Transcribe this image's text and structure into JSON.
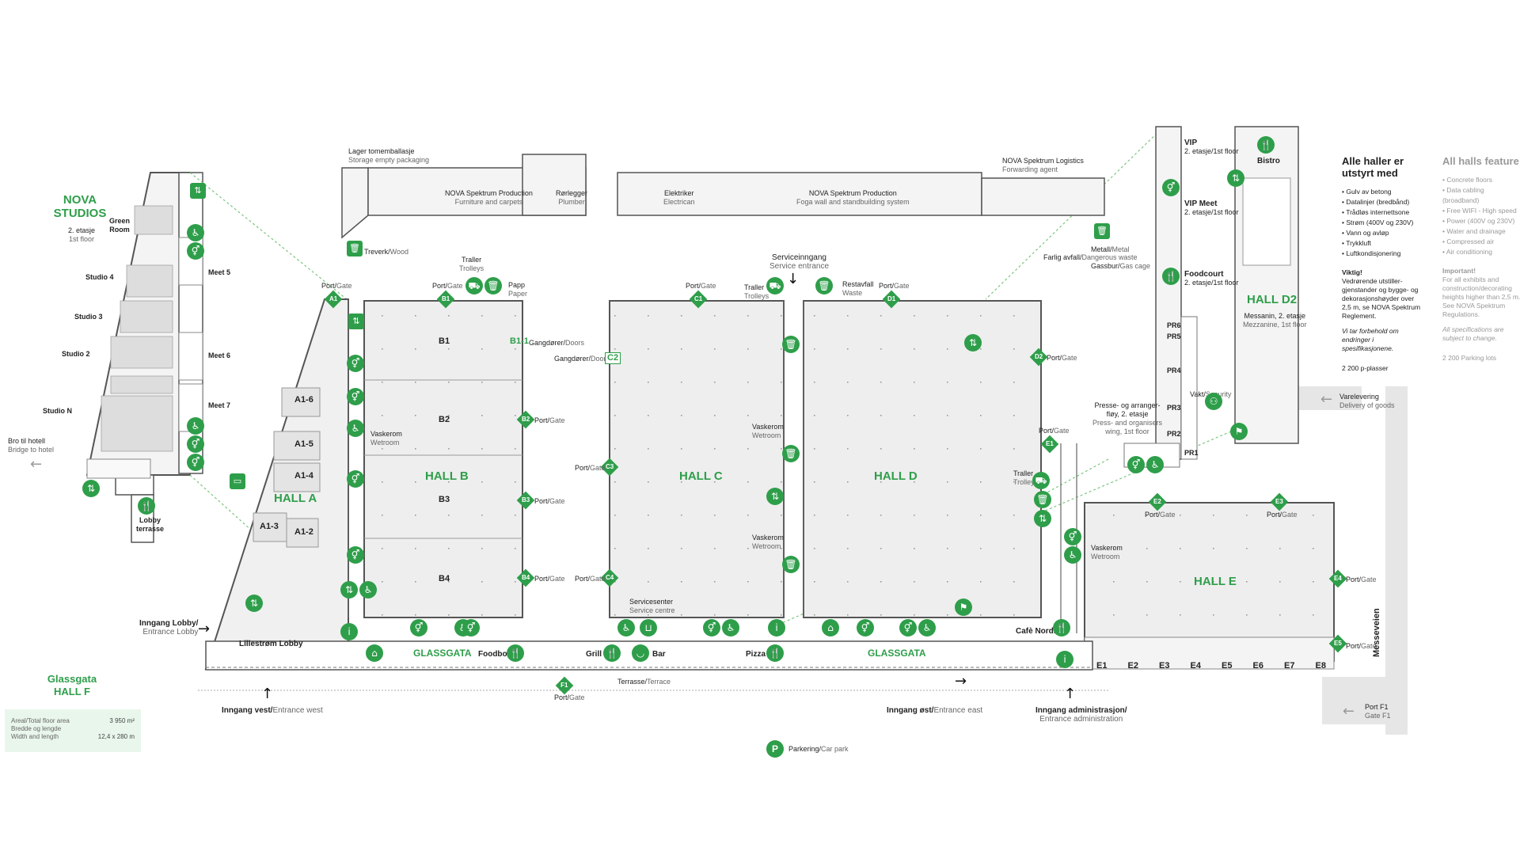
{
  "colors": {
    "green": "#2e9e4a",
    "hall_fill": "#eeeeee",
    "wall": "#555555",
    "road": "#e6e6e6"
  },
  "nova": {
    "title_1": "NOVA",
    "title_2": "STUDIOS",
    "floor_1": "2. etasje",
    "floor_2": "1st floor"
  },
  "studios": {
    "green_room_1": "Green",
    "green_room_2": "Room",
    "studio4": "Studio 4",
    "studio3": "Studio 3",
    "studio2": "Studio 2",
    "studion": "Studio N",
    "meet5": "Meet 5",
    "meet6": "Meet 6",
    "meet7": "Meet 7",
    "lobby_1": "Lobby",
    "lobby_2": "terrasse",
    "bridge_no": "Bro til hotell",
    "bridge_en": "Bridge to hotel"
  },
  "halls": {
    "a": "HALL A",
    "b": "HALL B",
    "c": "HALL C",
    "d": "HALL D",
    "d2": "HALL D2",
    "e": "HALL E"
  },
  "hall_a_units": [
    "A1-6",
    "A1-5",
    "A1-4",
    "A1-3",
    "A1-2"
  ],
  "hall_b_units": [
    "B1",
    "B2",
    "B3",
    "B4"
  ],
  "b1_1": "B1-1",
  "c2": "C2",
  "e_units": [
    "E1",
    "E2",
    "E3",
    "E4",
    "E5",
    "E6",
    "E7",
    "E8"
  ],
  "pr_units": [
    "PR6",
    "PR5",
    "PR4",
    "PR3",
    "PR2",
    "PR1"
  ],
  "gates": {
    "port_gate_no": "Port/",
    "port_gate_en": "Gate",
    "a1": "A1",
    "b1": "B1",
    "b2": "B2",
    "b3": "B3",
    "b4": "B4",
    "c1": "C1",
    "c3": "C3",
    "c4": "C4",
    "d1": "D1",
    "d2": "D2",
    "e1": "E1",
    "e2": "E2",
    "e3": "E3",
    "e4": "E4",
    "e5": "E5",
    "f1": "F1"
  },
  "top": {
    "lager_1": "Lager tomemballasje",
    "lager_2": "Storage empty packaging",
    "prod1_1": "NOVA Spektrum Production",
    "prod1_2": "Furniture and carpets",
    "plumber_1": "Rørlegger",
    "plumber_2": "Plumber",
    "elec_1": "Elektriker",
    "elec_2": "Electrican",
    "prod2_1": "NOVA Spektrum Production",
    "prod2_2": "Foga wall and standbuilding system",
    "logistics_1": "NOVA Spektrum Logistics",
    "logistics_2": "Forwarding agent",
    "treverk_no": "Treverk/",
    "treverk_en": "Wood",
    "traller_1": "Traller",
    "traller_2": "Trolleys",
    "papp_1": "Papp",
    "papp_2": "Paper",
    "service_1": "Serviceinngang",
    "service_2": "Service entrance",
    "restavfall_1": "Restavfall",
    "restavfall_2": "Waste",
    "metall_1": "Metall/",
    "metall_2": "Metal",
    "farlig_1": "Farlig avfall/",
    "farlig_2": "Dangerous waste",
    "gassbur_1": "Gassbur/",
    "gassbur_2": "Gas cage",
    "gangdorer_1": "Gangdører/",
    "gangdorer_2": "Doors"
  },
  "misc": {
    "vaskerom_1": "Vaskerom",
    "vaskerom_2": "Wetroom",
    "servicesenter_1": "Servicesenter",
    "servicesenter_2": "Service centre",
    "glassgata": "GLASSGATA",
    "foodbox": "Foodbox",
    "grill": "Grill",
    "bar": "Bar",
    "pizza": "Pizza",
    "cafe": "Cafè Nordic",
    "terrasse_1": "Terrasse/",
    "terrasse_2": "Terrace",
    "lillestrom": "Lillestrøm Lobby",
    "lobby_entr_1": "Inngang Lobby/",
    "lobby_entr_2": "Entrance Lobby",
    "west_1": "Inngang vest/",
    "west_2": "Entrance west",
    "east_1": "Inngang øst/",
    "east_2": "Entrance east",
    "admin_1": "Inngang administrasjon/",
    "admin_2": "Entrance administration",
    "parking_1": "Parkering/",
    "parking_2": "Car park",
    "varelevering_1": "Varelevering",
    "varelevering_2": "Delivery of goods",
    "port_f1_1": "Port F1",
    "port_f1_2": "Gate F1",
    "messeveien": "Messeveien",
    "vakt_1": "Vakt/",
    "vakt_2": "Security",
    "presse_1": "Presse- og arranger-",
    "presse_2": "fløy, 2. etasje",
    "presse_3": "Press- and organisers",
    "presse_4": "wing, 1st floor",
    "trolleys_1": "Traller",
    "trolleys_2": "Trolleys"
  },
  "vip": {
    "vip_1": "VIP",
    "vip_2": "2. etasje/1st floor",
    "vipmeet_1": "VIP Meet",
    "vipmeet_2": "2. etasje/1st floor",
    "foodcourt_1": "Foodcourt",
    "foodcourt_2": "2. etasje/1st floor",
    "bistro": "Bistro",
    "d2_1": "Messanin, 2. etasje",
    "d2_2": "Mezzanine, 1st floor"
  },
  "panel_no": {
    "title": "Alle haller er utstyrt med",
    "items": [
      "Gulv av betong",
      "Datalinjer (bredbånd)",
      "Trådløs internettsone",
      "Strøm (400V og 230V)",
      "Vann og avløp",
      "Trykkluft",
      "Luftkondisjonering"
    ],
    "important_title": "Viktig!",
    "important_text": "Vedrørende utstiller-gjenstander og bygge- og dekorasjonshøyder over 2,5 m, se NOVA Spektrum Reglement.",
    "reserve": "Vi tar forbehold om endringer i spesifikasjonene.",
    "parking": "2 200 p-plasser"
  },
  "panel_en": {
    "title": "All halls feature",
    "items": [
      "Concrete floors",
      "Data cabling (broadband)",
      "Free WIFI - High speed",
      "Power (400V og 230V)",
      "Water and drainage",
      "Compressed air",
      "Air conditioning"
    ],
    "important_title": "Important!",
    "important_text": "For all exhibits and construction/decorating heights higher than 2,5 m. See NOVA Spektrum Regulations.",
    "reserve": "All specifications are subject to change.",
    "parking": "2 200 Parking lots"
  },
  "hall_f": {
    "title_1": "Glassgata",
    "title_2": "HALL F",
    "area_label": "Areal/Total floor area",
    "area_value": "3 950 m²",
    "dims_label_1": "Bredde og lengde",
    "dims_label_2": "Width and length",
    "dims_value": "12,4 x 280 m"
  }
}
